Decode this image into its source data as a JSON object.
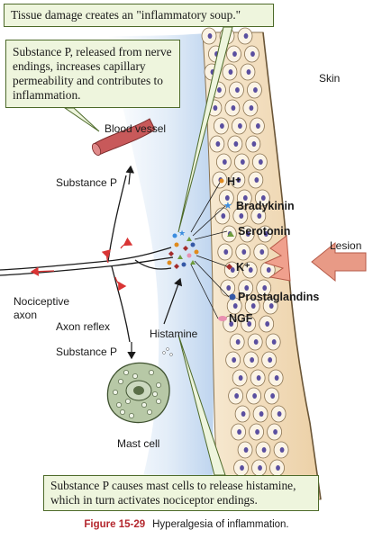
{
  "callouts": {
    "top": "Tissue damage creates an \"inflammatory soup.\"",
    "left": "Substance P, released from nerve endings, increases capillary permeability and contributes to inflammation.",
    "bottom": "Substance P causes mast cells to release histamine, which in turn activates nociceptor endings."
  },
  "labels": {
    "skin": "Skin",
    "blood_vessel": "Blood vessel",
    "substance_p_upper": "Substance P",
    "substance_p_lower": "Substance P",
    "nociceptive_axon_line1": "Nociceptive",
    "nociceptive_axon_line2": "axon",
    "axon_reflex": "Axon reflex",
    "histamine": "Histamine",
    "mast_cell": "Mast cell",
    "lesion": "Lesion"
  },
  "mediators": {
    "h_plus": "H⁺",
    "bradykinin": "Bradykinin",
    "serotonin": "Serotonin",
    "k_plus": "K⁺",
    "prostaglandins": "Prostaglandins",
    "ngf": "NGF"
  },
  "caption": {
    "figure_number": "Figure 15-29",
    "text": "Hyperalgesia of inflammation."
  },
  "colors": {
    "callout_fill": "#eef5dd",
    "callout_border": "#4d6a2a",
    "tissue_blue": "#c9dcf1",
    "skin_tan": "#f3e1c3",
    "blood_vessel": "#c8595a",
    "lesion_arrow": "#e89a86",
    "mast_cell": "#b7c8a6",
    "figure_number": "#b4272e",
    "nerve_arrow": "#d93434"
  }
}
